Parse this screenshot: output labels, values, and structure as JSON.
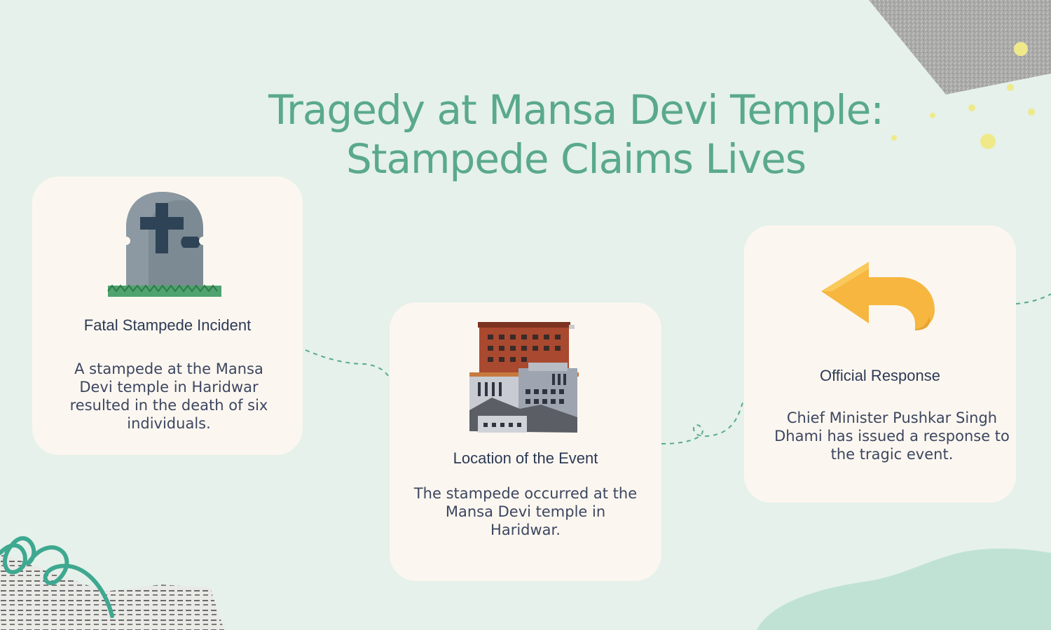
{
  "title": {
    "line1": "Tragedy at Mansa Devi Temple:",
    "line2": "Stampede Claims Lives"
  },
  "cards": [
    {
      "icon": "tombstone-icon",
      "heading": "Fatal Stampede Incident",
      "body": "A stampede at the Mansa Devi temple in Haridwar resulted in the death of six individuals."
    },
    {
      "icon": "temple-building-icon",
      "heading": "Location of the Event",
      "body": "The stampede occurred at the Mansa Devi temple in Haridwar."
    },
    {
      "icon": "reply-arrow-icon",
      "heading": "Official Response",
      "body": "Chief Minister Pushkar Singh Dhami has issued a response to the tragic event."
    }
  ],
  "colors": {
    "background": "#e5f1ea",
    "title": "#5aa98c",
    "card": "#fbf7f0",
    "heading": "#2d3a55",
    "connector": "#5aa98c",
    "arrow": "#f6b63f"
  }
}
